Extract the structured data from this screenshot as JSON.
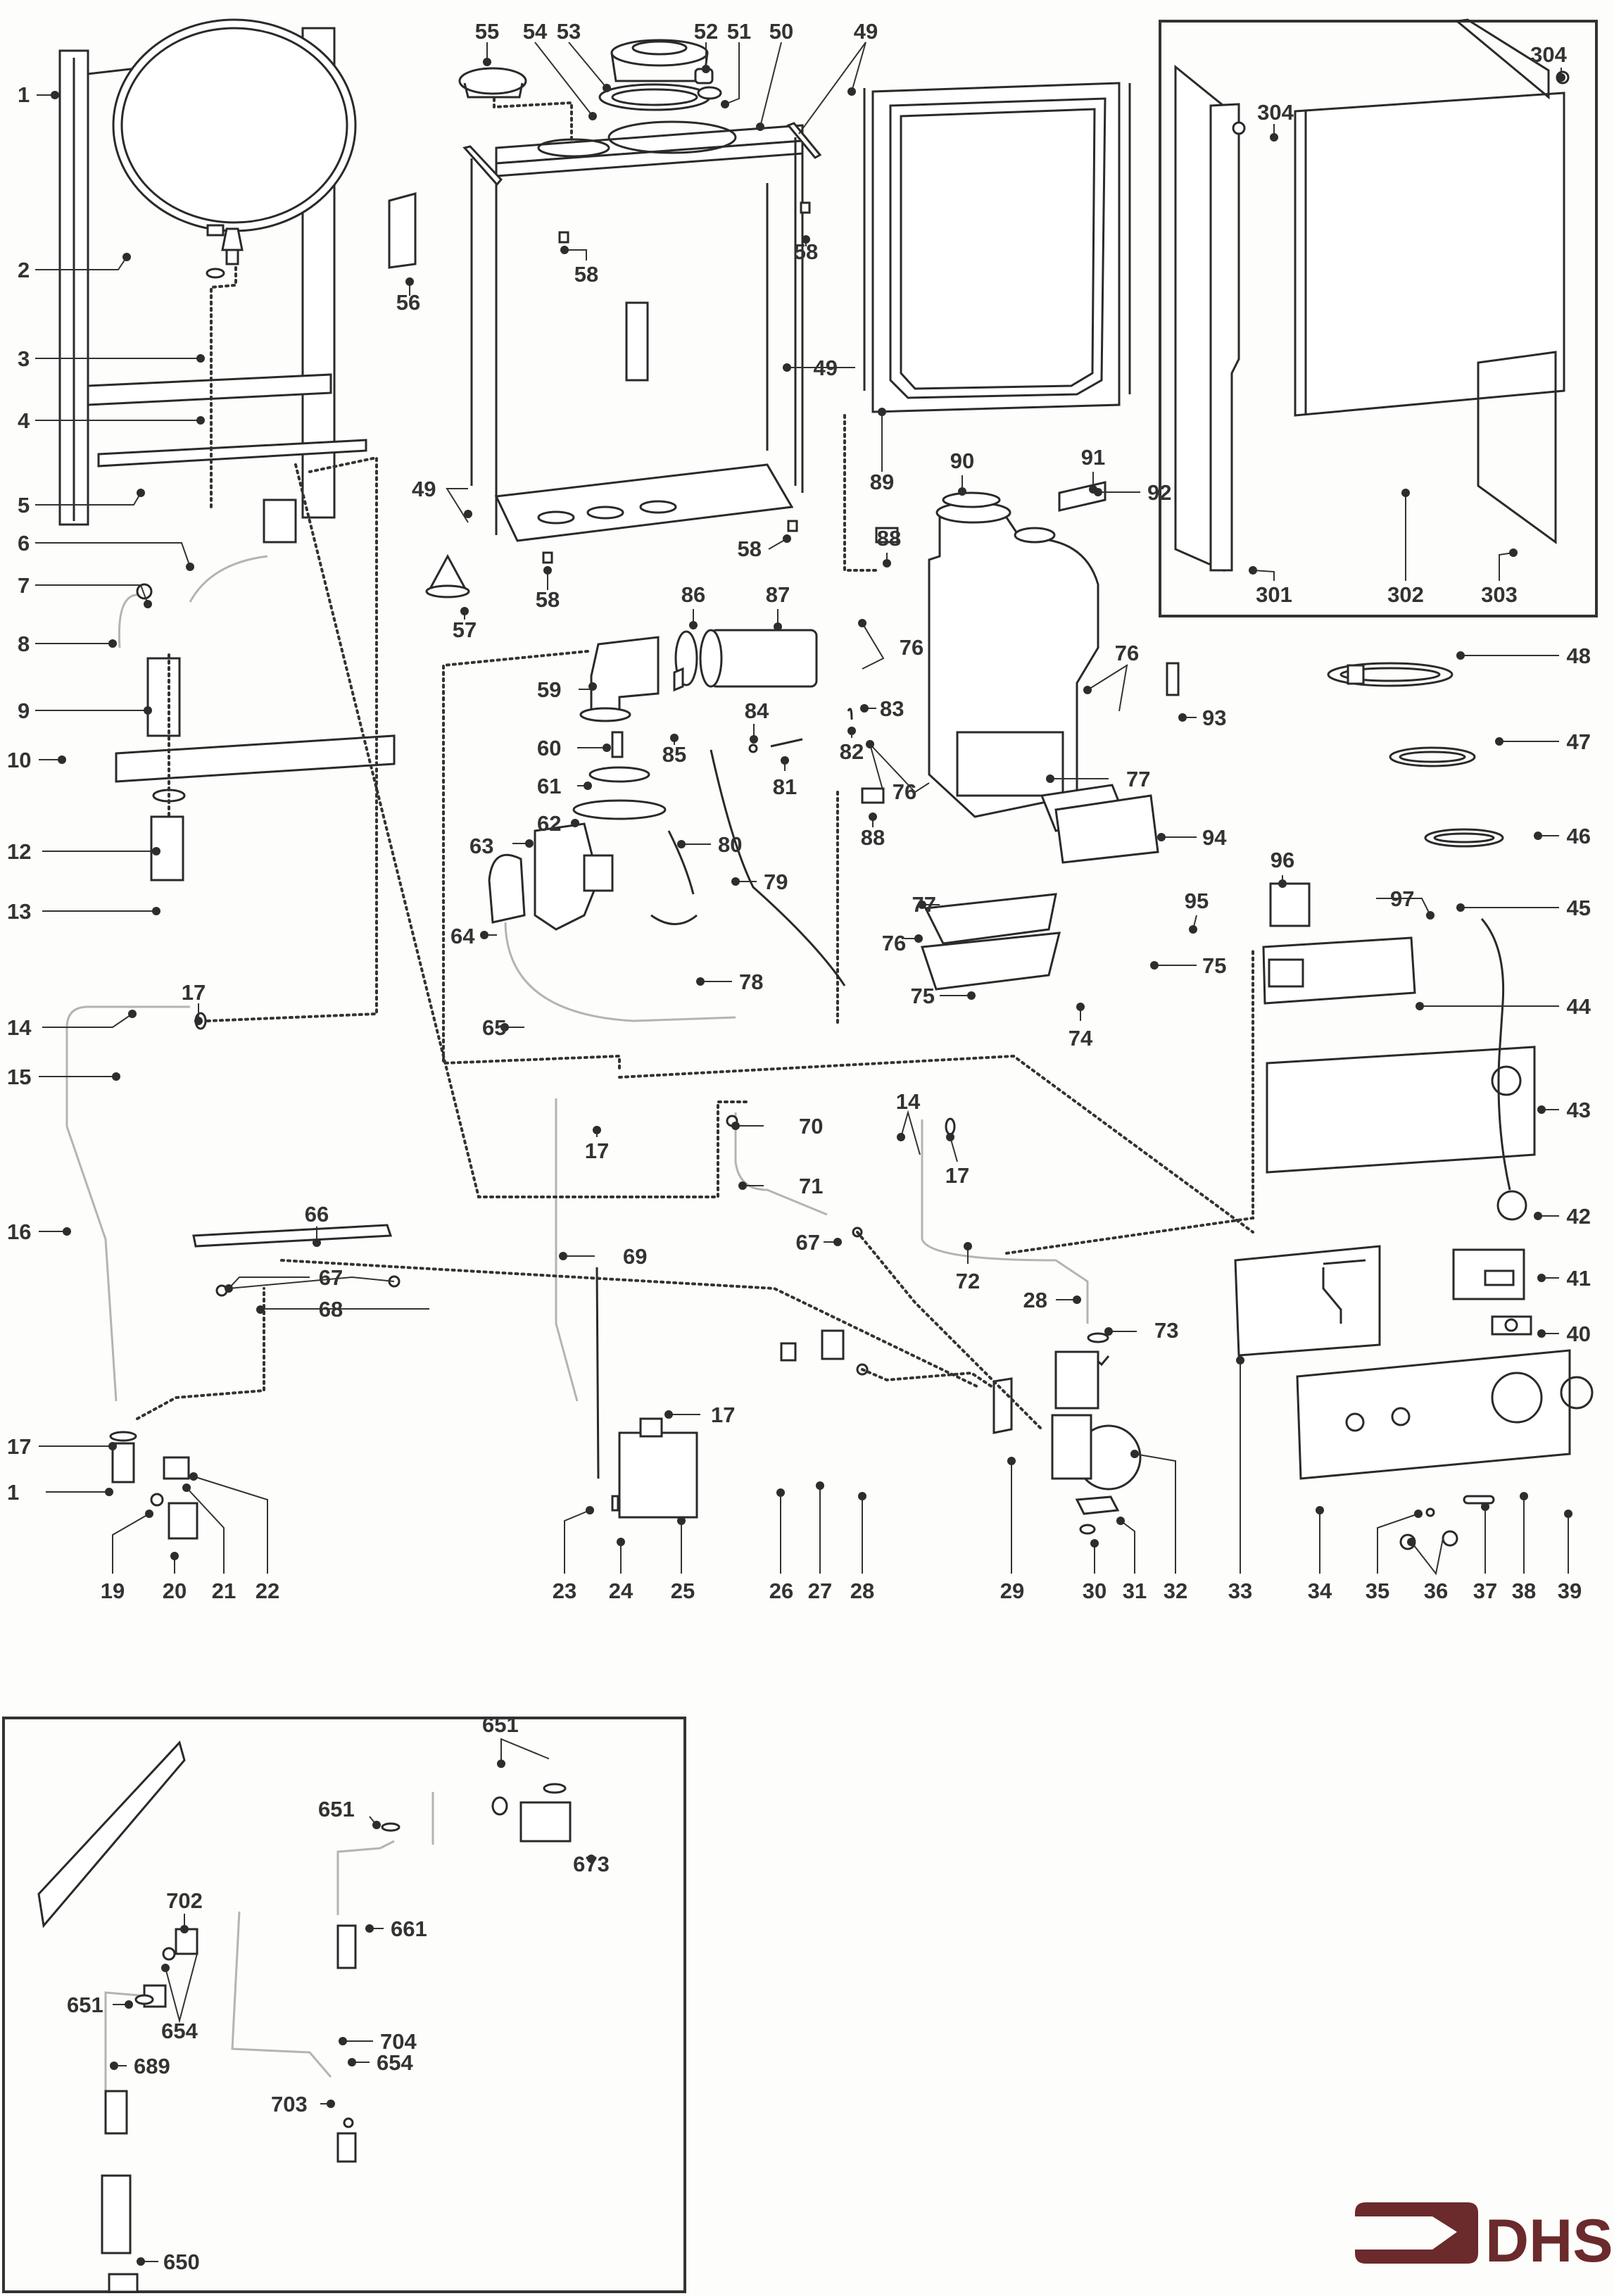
{
  "diagram": {
    "type": "exploded-parts-diagram",
    "subject": "wall-hung condensing boiler",
    "brand_logo_text": "DHS",
    "brand_color": "#6b2a2c",
    "main_assembly": {
      "part_labels": [
        "1",
        "2",
        "3",
        "4",
        "5",
        "6",
        "7",
        "8",
        "9",
        "10",
        "12",
        "13",
        "14",
        "15",
        "16",
        "17",
        "19",
        "20",
        "21",
        "22",
        "23",
        "24",
        "25",
        "26",
        "27",
        "28",
        "29",
        "30",
        "31",
        "32",
        "33",
        "34",
        "35",
        "36",
        "37",
        "38",
        "39",
        "40",
        "41",
        "42",
        "43",
        "44",
        "45",
        "46",
        "47",
        "48",
        "49",
        "50",
        "51",
        "52",
        "53",
        "54",
        "55",
        "56",
        "57",
        "58",
        "59",
        "60",
        "61",
        "62",
        "63",
        "64",
        "65",
        "66",
        "67",
        "68",
        "69",
        "70",
        "71",
        "72",
        "73",
        "74",
        "75",
        "76",
        "77",
        "78",
        "79",
        "80",
        "81",
        "82",
        "83",
        "84",
        "85",
        "86",
        "87",
        "88",
        "89",
        "90",
        "91",
        "92",
        "93",
        "94",
        "95",
        "96",
        "97"
      ]
    },
    "casing_inset": {
      "part_labels": [
        "301",
        "302",
        "303",
        "304"
      ]
    },
    "installation_kit_inset": {
      "part_labels": [
        "650",
        "651",
        "654",
        "661",
        "673",
        "689",
        "702",
        "703",
        "704"
      ]
    }
  },
  "labels": {
    "l1": "1",
    "l2": "2",
    "l3": "3",
    "l4": "4",
    "l5": "5",
    "l6": "6",
    "l7": "7",
    "l8": "8",
    "l9": "9",
    "l10": "10",
    "l12": "12",
    "l13": "13",
    "l14a": "14",
    "l14b": "14",
    "l15": "15",
    "l16": "16",
    "l17a": "17",
    "l17b": "17",
    "l17c": "17",
    "l17d": "17",
    "l17e": "17",
    "l18": "1",
    "l19": "19",
    "l20": "20",
    "l21": "21",
    "l22": "22",
    "l23": "23",
    "l24": "24",
    "l25": "25",
    "l26": "26",
    "l27": "27",
    "l28a": "28",
    "l28b": "28",
    "l29": "29",
    "l30": "30",
    "l31": "31",
    "l32": "32",
    "l33": "33",
    "l34": "34",
    "l35": "35",
    "l36": "36",
    "l37": "37",
    "l38": "38",
    "l39": "39",
    "l40": "40",
    "l41": "41",
    "l42": "42",
    "l43": "43",
    "l44": "44",
    "l45": "45",
    "l46": "46",
    "l47": "47",
    "l48": "48",
    "l49a": "49",
    "l49b": "49",
    "l49c": "49",
    "l50": "50",
    "l51": "51",
    "l52": "52",
    "l53": "53",
    "l54": "54",
    "l55": "55",
    "l56": "56",
    "l57": "57",
    "l58a": "58",
    "l58b": "58",
    "l58c": "58",
    "l58d": "58",
    "l59": "59",
    "l60": "60",
    "l61": "61",
    "l62": "62",
    "l63": "63",
    "l64": "64",
    "l65": "65",
    "l66": "66",
    "l67a": "67",
    "l67b": "67",
    "l68": "68",
    "l69": "69",
    "l70": "70",
    "l71": "71",
    "l72": "72",
    "l73": "73",
    "l74": "74",
    "l75a": "75",
    "l75b": "75",
    "l76a": "76",
    "l76b": "76",
    "l76c": "76",
    "l76d": "76",
    "l77a": "77",
    "l77b": "77",
    "l78": "78",
    "l79": "79",
    "l80": "80",
    "l81": "81",
    "l82": "82",
    "l83": "83",
    "l84": "84",
    "l85": "85",
    "l86": "86",
    "l87": "87",
    "l88a": "88",
    "l88b": "88",
    "l89": "89",
    "l90": "90",
    "l91": "91",
    "l92": "92",
    "l93": "93",
    "l94": "94",
    "l95": "95",
    "l96": "96",
    "l97": "97",
    "l301": "301",
    "l302": "302",
    "l303": "303",
    "l304a": "304",
    "l304b": "304",
    "l650": "650",
    "l651a": "651",
    "l651b": "651",
    "l651c": "651",
    "l654a": "654",
    "l654b": "654",
    "l661": "661",
    "l673": "673",
    "l689": "689",
    "l702": "702",
    "l703": "703",
    "l704": "704"
  }
}
